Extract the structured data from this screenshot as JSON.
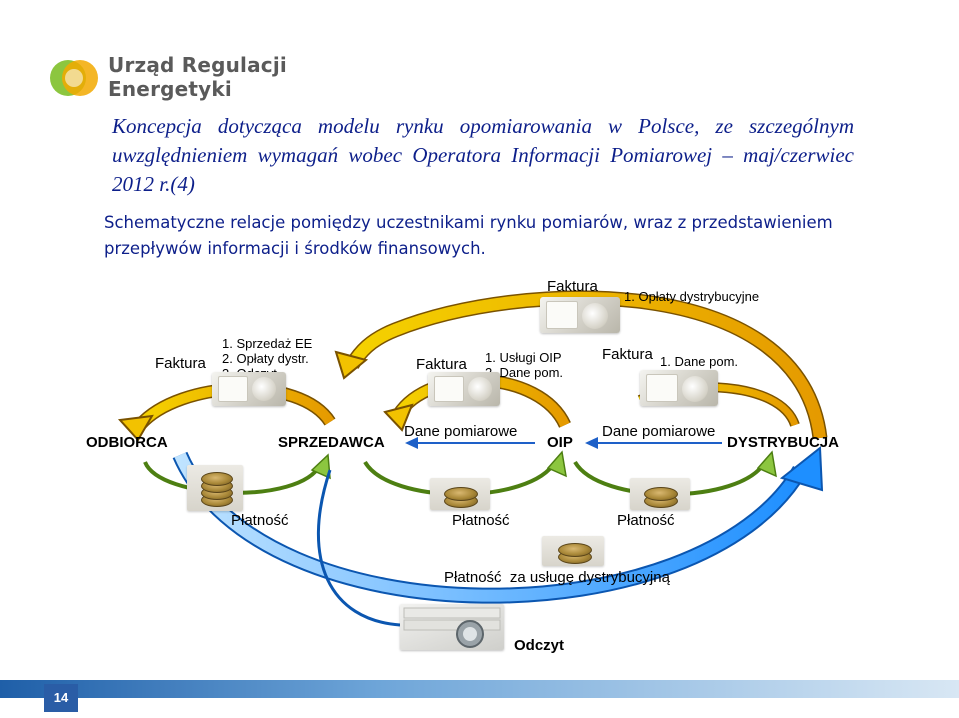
{
  "logo": {
    "line1": "Urząd Regulacji",
    "line2": "Energetyki"
  },
  "title": "Koncepcja dotycząca modelu rynku opomiarowania w Polsce, ze szczególnym uwzględnieniem wymagań wobec Operatora Informacji Pomiarowej – maj/czerwiec 2012 r.(4)",
  "subtitle": "Schematyczne relacje pomiędzy uczestnikami rynku pomiarów, wraz z przedstawieniem przepływów informacji i środków finansowych.",
  "diagram": {
    "nodes": [
      "ODBIORCA",
      "SPRZEDAWCA",
      "OIP",
      "DYSTRYBUCJA"
    ],
    "invoices": [
      {
        "label": "Faktura",
        "items": [
          "1. Opłaty dystrybucyjne"
        ]
      },
      {
        "label": "Faktura",
        "items": [
          "1. Sprzedaż EE",
          "2. Opłaty dystr.",
          "3. Odczyt"
        ]
      },
      {
        "label": "Faktura",
        "items": [
          "1. Usługi OIP",
          "2. Dane pom."
        ]
      },
      {
        "label": "Faktura",
        "items": [
          "1. Dane pom."
        ]
      }
    ],
    "data_flows": [
      "Dane pomiarowe",
      "Dane pomiarowe"
    ],
    "payments": [
      "Płatność",
      "Płatność",
      "Płatność",
      "Płatność  za usługę dystrybucyjną"
    ],
    "reading": "Odczyt"
  },
  "colors": {
    "title": "#0d1f8a",
    "arrow_yellow": "#f2c200",
    "arrow_orange": "#e07c00",
    "arrow_blue": "#1e90ff",
    "arrow_green": "#8cc63f"
  },
  "icons": [
    "ure-logo-icon",
    "invoice-document-icon",
    "coins-icon",
    "electricity-meter-icon"
  ],
  "page_number": "14"
}
